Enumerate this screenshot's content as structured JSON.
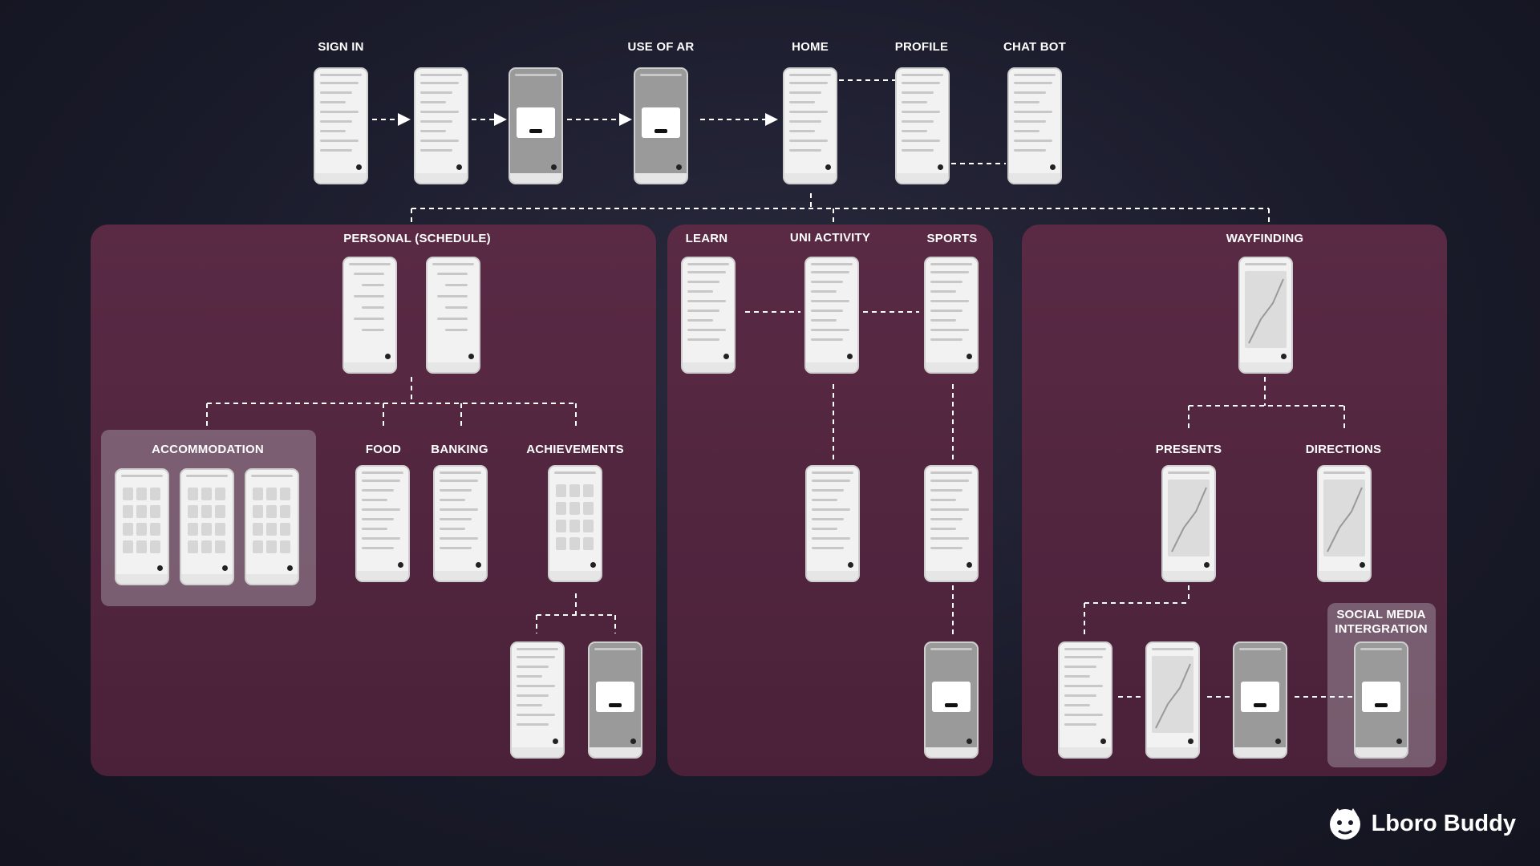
{
  "labels": {
    "sign_in": "SIGN IN",
    "use_of_ar": "USE OF AR",
    "home": "HOME",
    "profile": "PROFILE",
    "chat_bot": "CHAT BOT",
    "personal_schedule": "PERSONAL (SCHEDULE)",
    "learn": "LEARN",
    "uni_activity": "UNI ACTIVITY",
    "sports": "SPORTS",
    "wayfinding": "WAYFINDING",
    "accommodation": "ACCOMMODATION",
    "food": "FOOD",
    "banking": "BANKING",
    "achievements": "ACHIEVEMENTS",
    "presents": "PRESENTS",
    "directions": "DIRECTIONS",
    "social_media_1": "SOCIAL MEDIA",
    "social_media_2": "INTERGRATION"
  },
  "logo": {
    "text": "Lboro Buddy",
    "icon": "bulldog-icon"
  },
  "colors": {
    "background": "#1a1b2b",
    "panel": "#4f233d",
    "connector": "#ffffff"
  }
}
